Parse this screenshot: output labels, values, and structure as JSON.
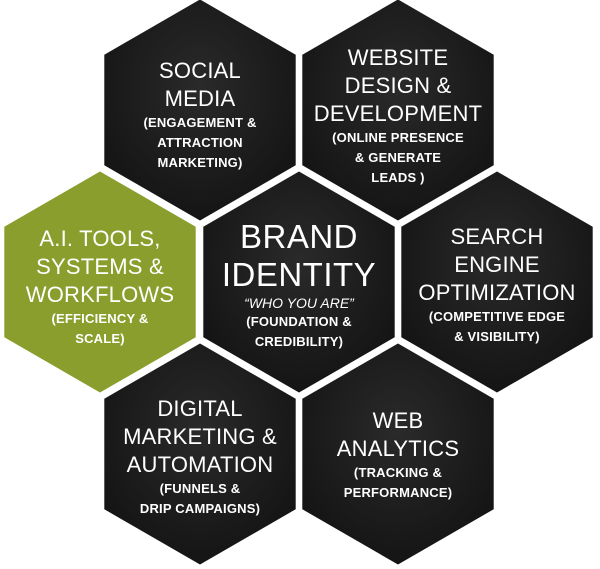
{
  "colors": {
    "hex_fill": "#1b1b1b",
    "hex_stroke": "#ffffff",
    "accent_fill": "#8a9e2d"
  },
  "hexagons": [
    {
      "id": "social-media",
      "accent": false,
      "title": [
        "SOCIAL",
        "MEDIA"
      ],
      "quote": [],
      "subtitle": [
        "(ENGAGEMENT &",
        "ATTRACTION",
        "MARKETING)"
      ]
    },
    {
      "id": "website",
      "accent": false,
      "title": [
        "WEBSITE",
        "DESIGN &",
        "DEVELOPMENT"
      ],
      "quote": [],
      "subtitle": [
        "(ONLINE PRESENCE",
        "& GENERATE",
        "LEADS )"
      ]
    },
    {
      "id": "ai-tools",
      "accent": true,
      "title": [
        "A.I. TOOLS,",
        "SYSTEMS &",
        "WORKFLOWS"
      ],
      "quote": [],
      "subtitle": [
        "(EFFICIENCY &",
        "SCALE)"
      ]
    },
    {
      "id": "brand-identity",
      "accent": false,
      "title": [
        "BRAND",
        "IDENTITY"
      ],
      "quote": [
        "“WHO YOU ARE”"
      ],
      "subtitle": [
        "(FOUNDATION &",
        "CREDIBILITY)"
      ]
    },
    {
      "id": "seo",
      "accent": false,
      "title": [
        "SEARCH",
        "ENGINE",
        "OPTIMIZATION"
      ],
      "quote": [],
      "subtitle": [
        "(COMPETITIVE EDGE",
        "& VISIBILITY)"
      ]
    },
    {
      "id": "digital-marketing",
      "accent": false,
      "title": [
        "DIGITAL",
        "MARKETING &",
        "AUTOMATION"
      ],
      "quote": [],
      "subtitle": [
        "(FUNNELS &",
        "DRIP CAMPAIGNS)"
      ]
    },
    {
      "id": "web-analytics",
      "accent": false,
      "title": [
        "WEB",
        "ANALYTICS"
      ],
      "quote": [],
      "subtitle": [
        "(TRACKING &",
        "PERFORMANCE)"
      ]
    }
  ]
}
